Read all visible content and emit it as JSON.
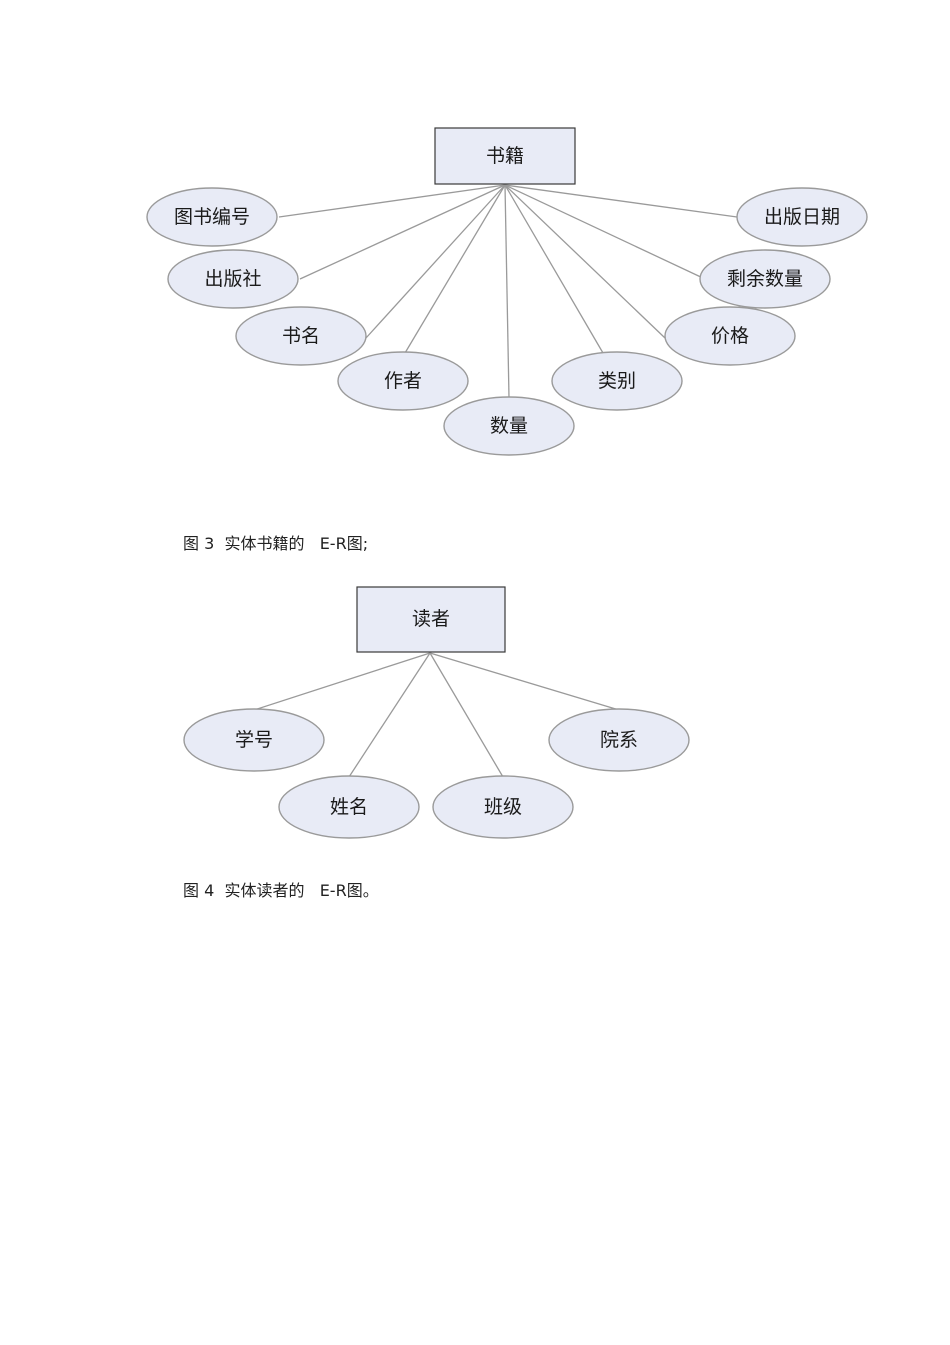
{
  "diagrams": [
    {
      "entity": "书籍",
      "attributes": [
        "图书编号",
        "出版社",
        "书名",
        "作者",
        "数量",
        "类别",
        "价格",
        "剩余数量",
        "出版日期"
      ],
      "caption": "图 3  实体书籍的   E-R图;"
    },
    {
      "entity": "读者",
      "attributes": [
        "学号",
        "姓名",
        "班级",
        "院系"
      ],
      "caption": "图 4  实体读者的   E-R图。"
    }
  ],
  "colors": {
    "node_fill": "#e8ebf6",
    "box_border": "#3a3a3a",
    "ellipse_border": "#9a9a9a",
    "connector": "#9a9a9a"
  }
}
